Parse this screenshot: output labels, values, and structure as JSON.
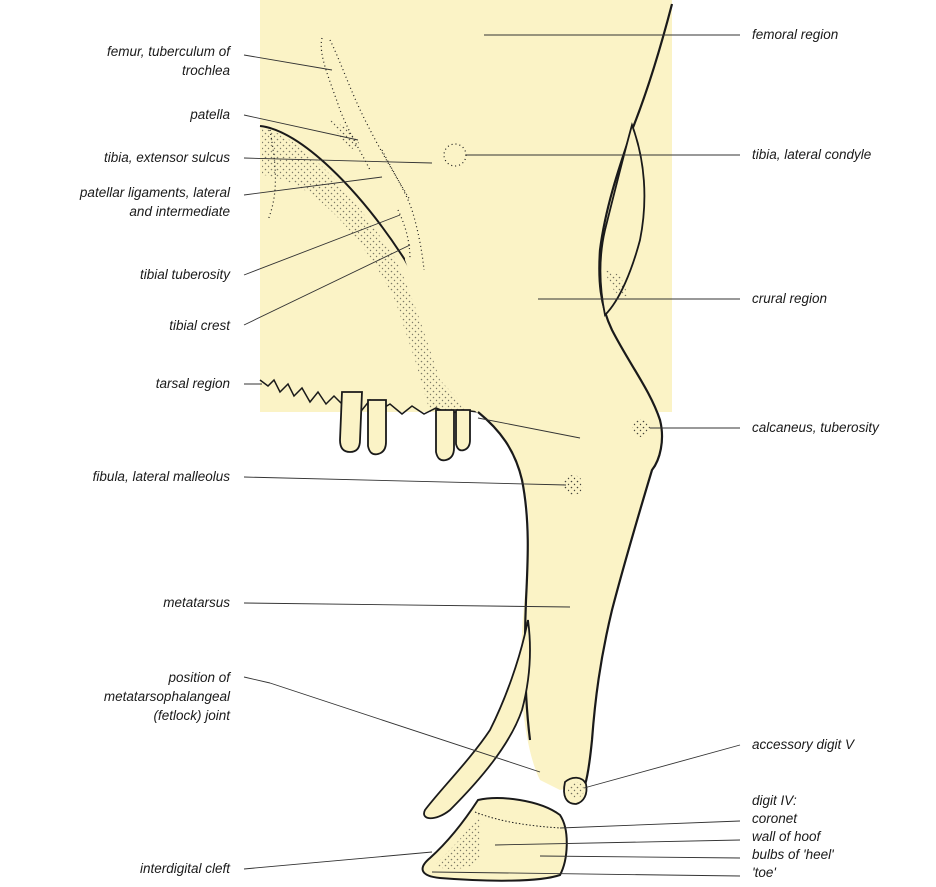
{
  "colors": {
    "fill": "#fbf3c6",
    "outline": "#1a1a1a",
    "leader": "#333333",
    "background": "#ffffff"
  },
  "labels_left": {
    "femur_tuberculum": [
      "femur, tuberculum of",
      "trochlea"
    ],
    "patella": [
      "patella"
    ],
    "tibia_extensor_sulcus": [
      "tibia, extensor sulcus"
    ],
    "patellar_ligaments": [
      "patellar ligaments, lateral",
      "and intermediate"
    ],
    "tibial_tuberosity": [
      "tibial tuberosity"
    ],
    "tibial_crest": [
      "tibial crest"
    ],
    "tarsal_region": [
      "tarsal region"
    ],
    "fibula_lateral_malleolus": [
      "fibula, lateral malleolus"
    ],
    "metatarsus": [
      "metatarsus"
    ],
    "fetlock_joint": [
      "position of",
      "metatarsophalangeal",
      "(fetlock) joint"
    ],
    "interdigital_cleft": [
      "interdigital cleft"
    ]
  },
  "labels_right": {
    "femoral_region": [
      "femoral region"
    ],
    "tibia_lateral_condyle": [
      "tibia, lateral condyle"
    ],
    "crural_region": [
      "crural region"
    ],
    "calcaneus_tuberosity": [
      "calcaneus, tuberosity"
    ],
    "accessory_digit_v": [
      "accessory digit V"
    ],
    "digit_iv": [
      "digit IV:",
      "coronet",
      "wall of hoof",
      "bulbs of 'heel'",
      "'toe'"
    ]
  }
}
